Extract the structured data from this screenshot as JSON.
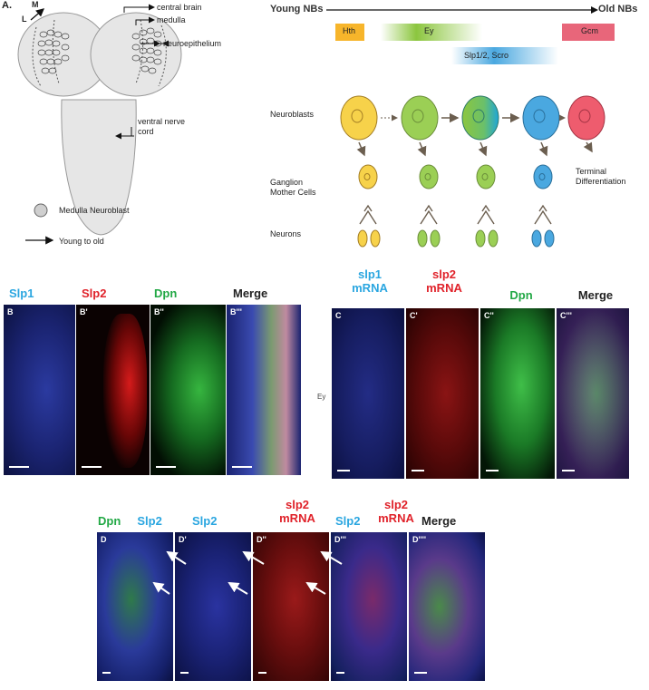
{
  "partA": {
    "letter": "A.",
    "axis_m": "M",
    "axis_l": "L",
    "labels": {
      "central_brain": "central brain",
      "medulla": "medulla",
      "neuroepithelium": "neuroepithelium",
      "vnc_line1": "ventral nerve",
      "vnc_line2": "cord"
    },
    "legend": {
      "neuroblast": "Medulla Neuroblast",
      "arrow": "Young to old"
    },
    "timeline": {
      "young": "Young NBs",
      "old": "Old NBs",
      "bars": [
        {
          "label": "Hth",
          "color": "#f7b52b"
        },
        {
          "label": "Ey",
          "color": "#8cc63f"
        },
        {
          "label": "Slp1/2, Scro",
          "color": "#4aa8e0"
        },
        {
          "label": "Gcm",
          "color": "#e8667a"
        }
      ]
    },
    "rows": {
      "neuroblasts": "Neuroblasts",
      "gmc_line1": "Ganglion",
      "gmc_line2": "Mother Cells",
      "neurons": "Neurons",
      "terminal_line1": "Terminal",
      "terminal_line2": "Differentiation"
    }
  },
  "partB": {
    "headers": [
      "Slp1",
      "Slp2",
      "Dpn",
      "Merge"
    ],
    "panel_labels": [
      "B",
      "B'",
      "B''",
      "B'''"
    ]
  },
  "partC": {
    "headers": [
      {
        "line1": "slp1",
        "line2": "mRNA"
      },
      {
        "line1": "slp2",
        "line2": "mRNA"
      },
      {
        "line1": "Dpn",
        "line2": ""
      },
      {
        "line1": "Merge",
        "line2": ""
      }
    ],
    "panel_labels": [
      "C",
      "C'",
      "C''",
      "C'''"
    ],
    "side_label": "Ey"
  },
  "partD": {
    "headers": [
      {
        "a": "Dpn",
        "b": "Slp2"
      },
      {
        "a": "Slp2",
        "b": ""
      },
      {
        "a": "slp2",
        "b": "mRNA"
      },
      {
        "a": "Slp2",
        "b": "slp2 mRNA"
      },
      {
        "a": "Merge",
        "b": ""
      }
    ],
    "panel_labels": [
      "D",
      "D'",
      "D''",
      "D'''",
      "D''''"
    ]
  }
}
